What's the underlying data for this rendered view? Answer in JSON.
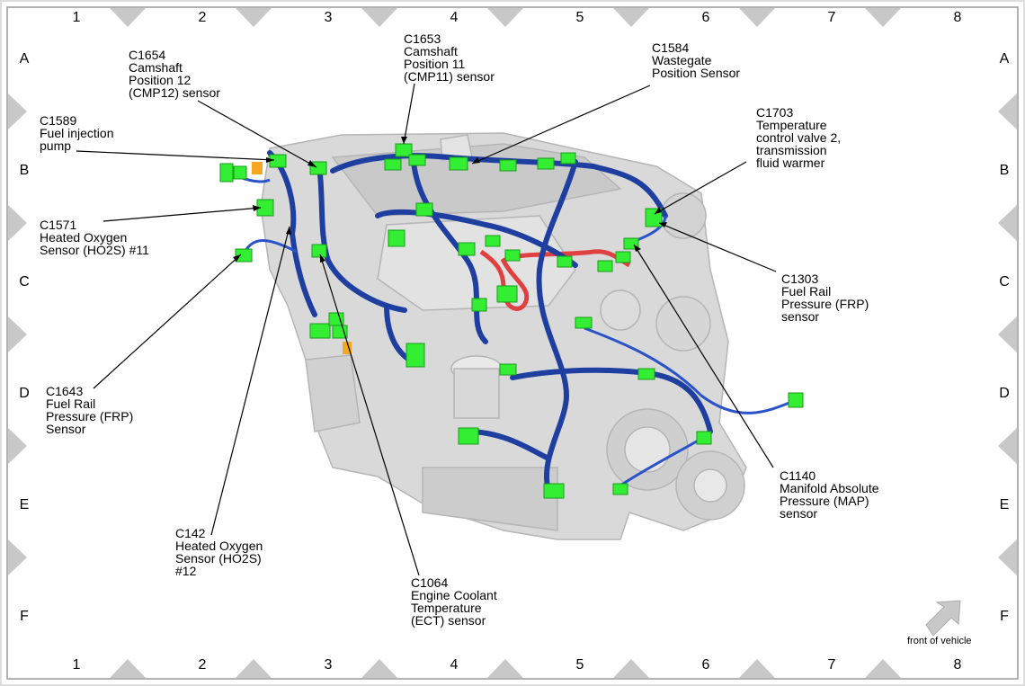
{
  "grid": {
    "columns": [
      "1",
      "2",
      "3",
      "4",
      "5",
      "6",
      "7",
      "8"
    ],
    "rows": [
      "A",
      "B",
      "C",
      "D",
      "E",
      "F"
    ]
  },
  "callouts": {
    "c1654": {
      "id": "C1654",
      "lines": [
        "Camshaft",
        "Position 12",
        "(CMP12) sensor"
      ]
    },
    "c1653": {
      "id": "C1653",
      "lines": [
        "Camshaft",
        "Position 11",
        "(CMP11) sensor"
      ]
    },
    "c1584": {
      "id": "C1584",
      "lines": [
        "Wastegate",
        "Position Sensor"
      ]
    },
    "c1589": {
      "id": "C1589",
      "lines": [
        "Fuel injection",
        "pump"
      ]
    },
    "c1703": {
      "id": "C1703",
      "lines": [
        "Temperature",
        "control valve 2,",
        "transmission",
        "fluid warmer"
      ]
    },
    "c1571": {
      "id": "C1571",
      "lines": [
        "Heated Oxygen",
        "Sensor (HO2S) #11"
      ]
    },
    "c1303": {
      "id": "C1303",
      "lines": [
        "Fuel Rail",
        "Pressure (FRP)",
        "sensor"
      ]
    },
    "c1643": {
      "id": "C1643",
      "lines": [
        "Fuel Rail",
        "Pressure (FRP)",
        "Sensor"
      ]
    },
    "c1140": {
      "id": "C1140",
      "lines": [
        "Manifold Absolute",
        "Pressure (MAP)",
        "sensor"
      ]
    },
    "c142": {
      "id": "C142",
      "lines": [
        "Heated Oxygen",
        "Sensor (HO2S)",
        "#12"
      ]
    },
    "c1064": {
      "id": "C1064",
      "lines": [
        "Engine Coolant",
        "Temperature",
        "(ECT) sensor"
      ]
    }
  },
  "orientation": {
    "label": "front of vehicle",
    "icon": "arrow-up-right-icon"
  },
  "colors": {
    "harness": "#1f3fa0",
    "connector": "#33ee33",
    "fuel_line": "#e04040",
    "engine": "#d4d4d4",
    "frame_marker": "#c8c8c8"
  }
}
